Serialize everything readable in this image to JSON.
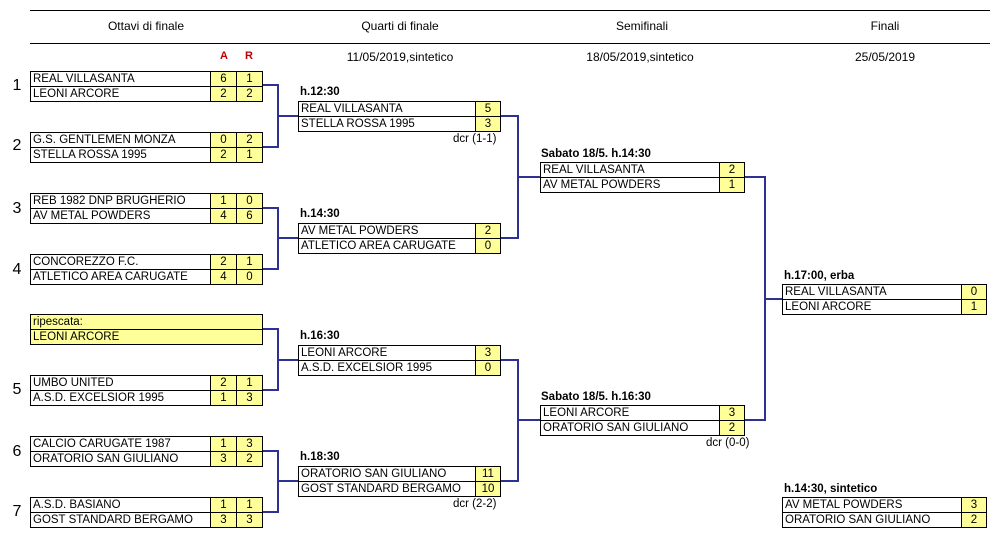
{
  "headers": [
    "Ottavi di finale",
    "Quarti di finale",
    "Semifinali",
    "Finali"
  ],
  "dates": [
    "11/05/2019,sintetico",
    "18/05/2019,sintetico",
    "25/05/2019"
  ],
  "ar": [
    "A",
    "R"
  ],
  "nums": [
    "1",
    "2",
    "3",
    "4",
    "5",
    "6",
    "7"
  ],
  "r16": [
    {
      "t": "REAL VILLASANTA",
      "a": "6",
      "r": "1"
    },
    {
      "t": "LEONI ARCORE",
      "a": "2",
      "r": "2"
    },
    {
      "t": "G.S. GENTLEMEN MONZA",
      "a": "0",
      "r": "2"
    },
    {
      "t": "STELLA ROSSA 1995",
      "a": "2",
      "r": "1"
    },
    {
      "t": "REB 1982 DNP BRUGHERIO",
      "a": "1",
      "r": "0"
    },
    {
      "t": "AV METAL POWDERS",
      "a": "4",
      "r": "6"
    },
    {
      "t": "CONCOREZZO F.C.",
      "a": "2",
      "r": "1"
    },
    {
      "t": "ATLETICO AREA CARUGATE",
      "a": "4",
      "r": "0"
    },
    {
      "t": "UMBO UNITED",
      "a": "2",
      "r": "1"
    },
    {
      "t": "A.S.D. EXCELSIOR 1995",
      "a": "1",
      "r": "3"
    },
    {
      "t": "CALCIO CARUGATE 1987",
      "a": "1",
      "r": "3"
    },
    {
      "t": "ORATORIO SAN GIULIANO",
      "a": "3",
      "r": "2"
    },
    {
      "t": "A.S.D. BASIANO",
      "a": "1",
      "r": "1"
    },
    {
      "t": "GOST STANDARD BERGAMO",
      "a": "3",
      "r": "3"
    }
  ],
  "ripescata": {
    "label": "ripescata:",
    "team": "LEONI ARCORE"
  },
  "qf": [
    {
      "time": "h.12:30",
      "t1": "REAL VILLASANTA",
      "s1": "5",
      "t2": "STELLA ROSSA 1995",
      "s2": "3",
      "note": "dcr (1-1)"
    },
    {
      "time": "h.14:30",
      "t1": "AV METAL POWDERS",
      "s1": "2",
      "t2": "ATLETICO AREA CARUGATE",
      "s2": "0",
      "note": ""
    },
    {
      "time": "h.16:30",
      "t1": "LEONI ARCORE",
      "s1": "3",
      "t2": "A.S.D. EXCELSIOR 1995",
      "s2": "0",
      "note": ""
    },
    {
      "time": "h.18:30",
      "t1": "ORATORIO SAN GIULIANO",
      "s1": "11",
      "t2": "GOST STANDARD BERGAMO",
      "s2": "10",
      "note": "dcr (2-2)"
    }
  ],
  "sf": [
    {
      "time": "Sabato 18/5. h.14:30",
      "t1": "REAL VILLASANTA",
      "s1": "2",
      "t2": "AV METAL POWDERS",
      "s2": "1",
      "note": ""
    },
    {
      "time": "Sabato 18/5. h.16:30",
      "t1": "LEONI ARCORE",
      "s1": "3",
      "t2": "ORATORIO SAN GIULIANO",
      "s2": "2",
      "note": "dcr (0-0)"
    }
  ],
  "final": {
    "time": "h.17:00, erba",
    "t1": "REAL VILLASANTA",
    "s1": "0",
    "t2": "LEONI ARCORE",
    "s2": "1"
  },
  "third": {
    "time": "h.14:30, sintetico",
    "t1": "AV METAL POWDERS",
    "s1": "3",
    "t2": "ORATORIO SAN GIULIANO",
    "s2": "2"
  },
  "colors": {
    "line": "#2e3192",
    "score_bg": "#ffff99"
  }
}
